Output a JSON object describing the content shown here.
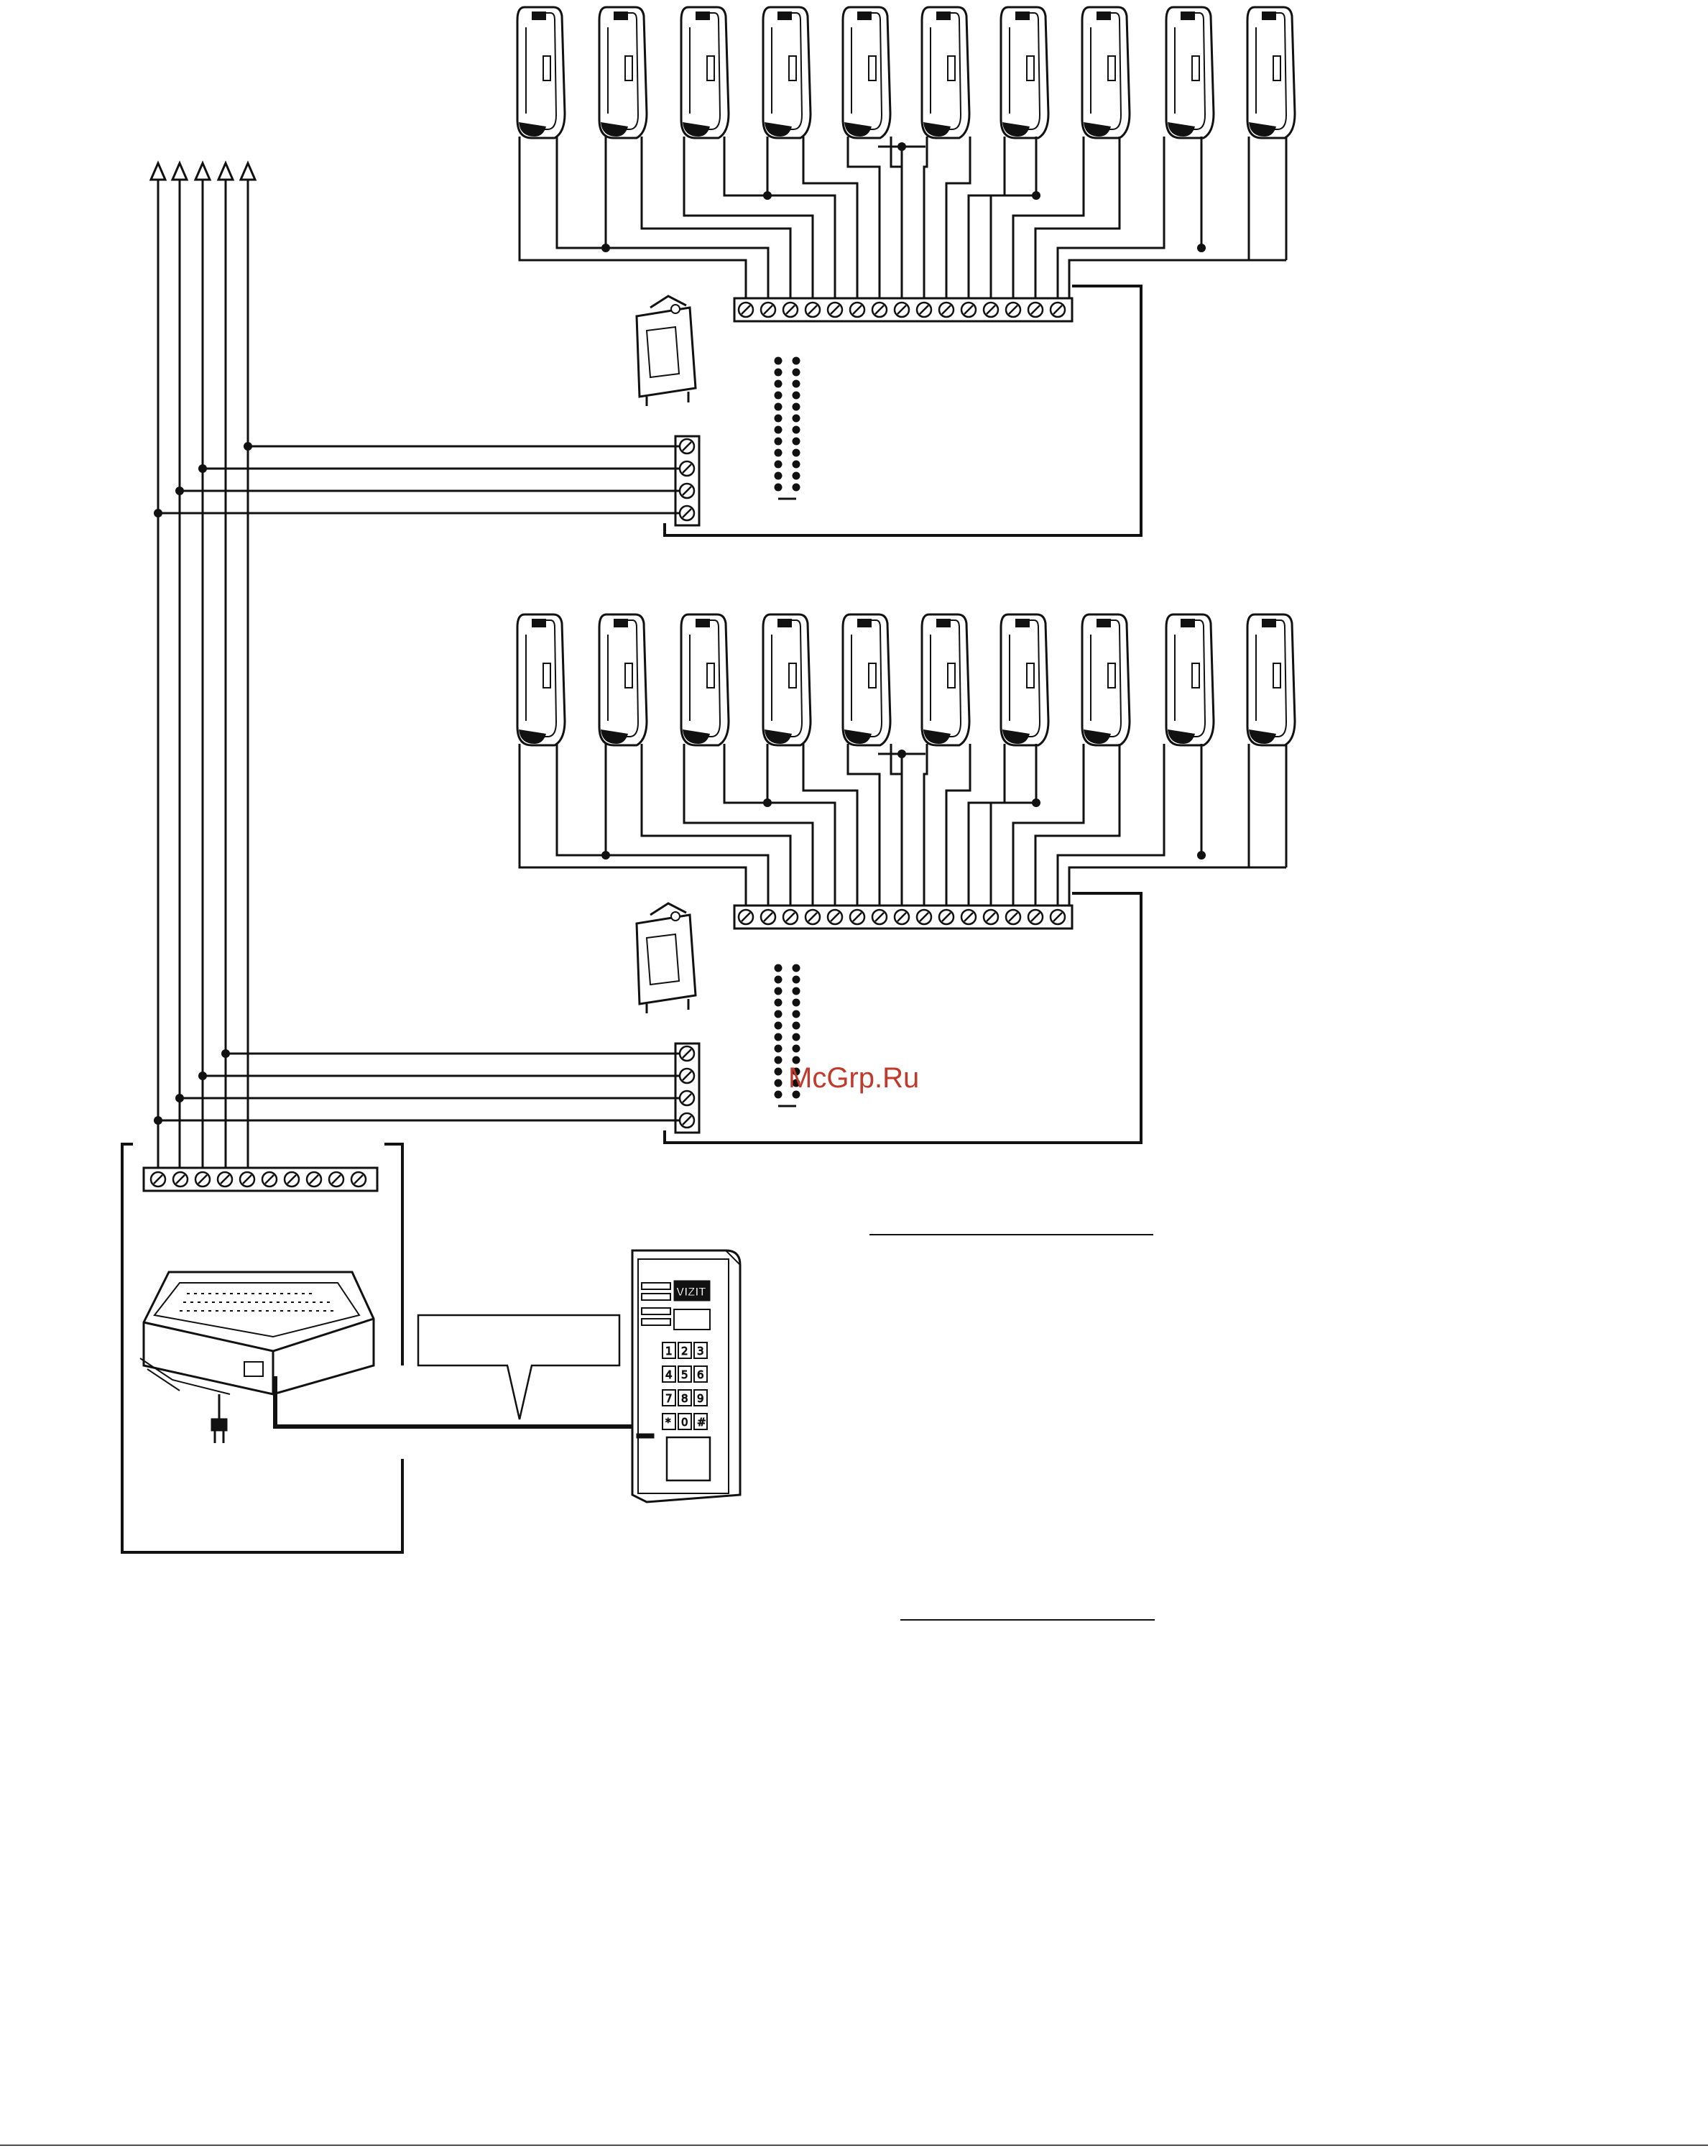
{
  "watermark": "McGrp.Ru",
  "panel": {
    "brand": "VIZIT",
    "keys": [
      "1",
      "2",
      "3",
      "4",
      "5",
      "6",
      "7",
      "8",
      "9",
      "*",
      "0",
      "#"
    ]
  },
  "colors": {
    "line": "#111111",
    "watermark": "#c0392b",
    "background": "#ffffff"
  },
  "layout_summary": {
    "handsets_per_group": 10,
    "groups": 2,
    "riser_lines": 5,
    "main_terminals": 10
  }
}
